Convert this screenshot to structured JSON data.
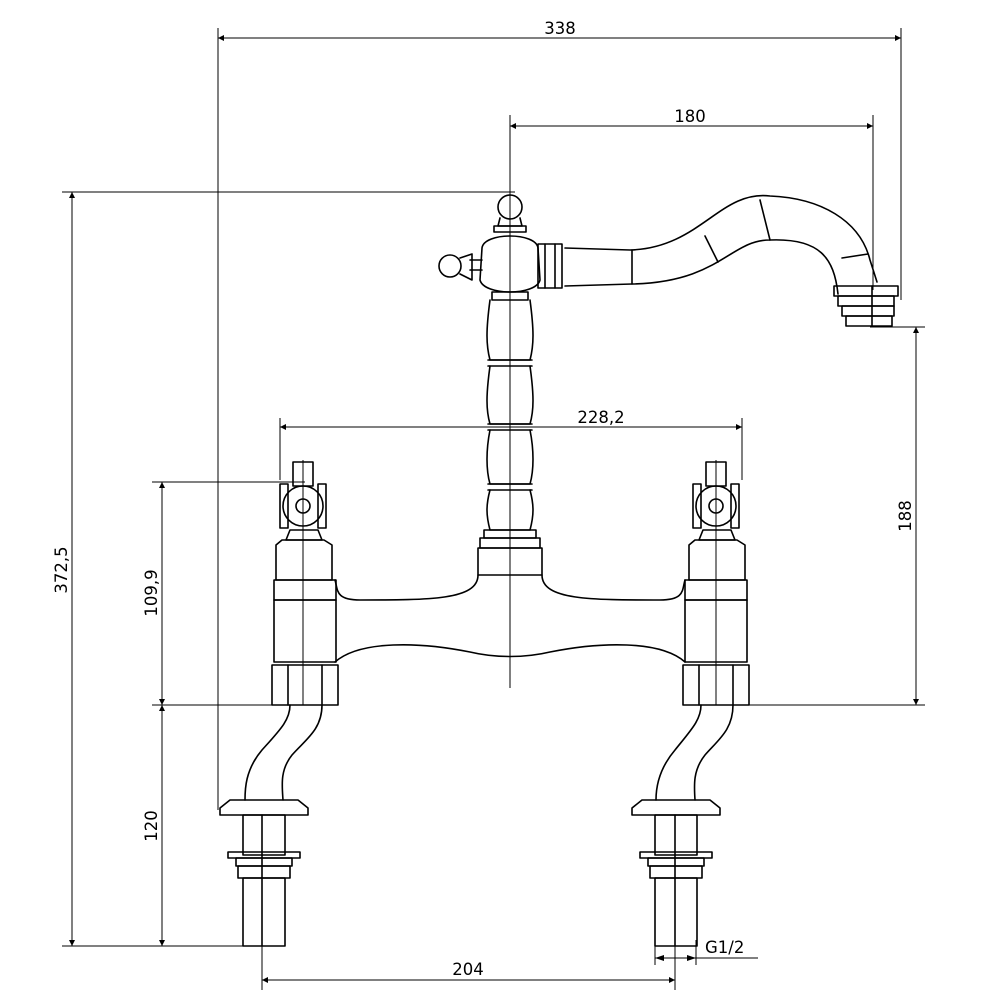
{
  "drawing": {
    "dimensions": {
      "overall_width": "338",
      "spout_reach": "180",
      "center_distance": "228,2",
      "spout_height": "188",
      "overall_height": "372,5",
      "handle_height": "109,9",
      "tail_length": "120",
      "tail_spacing": "204",
      "thread_size": "G1/2"
    }
  }
}
